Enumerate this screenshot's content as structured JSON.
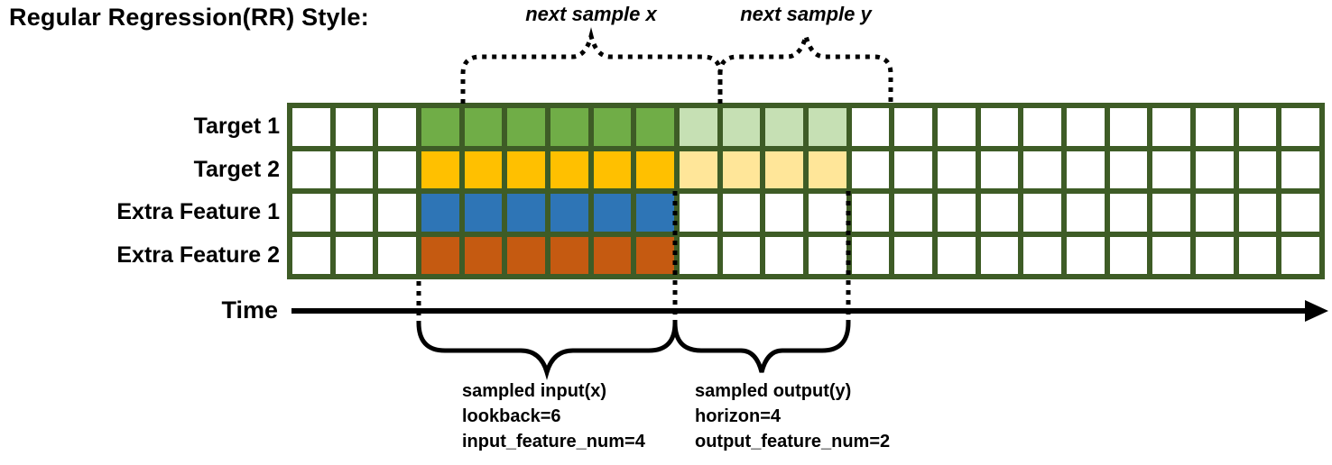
{
  "title": "Regular Regression(RR) Style:",
  "annotations": {
    "next_sample_x": "next sample x",
    "next_sample_y": "next sample y"
  },
  "time_axis": {
    "label": "Time"
  },
  "input_note": {
    "line1": "sampled input(x)",
    "line2": "lookback=6",
    "line3": "input_feature_num=4"
  },
  "output_note": {
    "line1": "sampled output(y)",
    "line2": "horizon=4",
    "line3": "output_feature_num=2"
  },
  "colors": {
    "grid_border": "#3E5C26",
    "target1_input": "#70AD47",
    "target1_output": "#C6E0B4",
    "target2_input": "#FFC000",
    "target2_output": "#FFE699",
    "feature1_input": "#2E75B6",
    "feature2_input": "#C55A11",
    "empty_cell": "#FFFFFF",
    "line": "#000000"
  },
  "grid": {
    "columns": 24,
    "lookback": 6,
    "horizon": 4,
    "input_feature_num": 4,
    "output_feature_num": 2,
    "rows": [
      {
        "label": "Target 1",
        "input_color": "#70AD47",
        "input_cols": [
          3,
          8
        ],
        "output_color": "#C6E0B4",
        "output_cols": [
          9,
          12
        ]
      },
      {
        "label": "Target 2",
        "input_color": "#FFC000",
        "input_cols": [
          3,
          8
        ],
        "output_color": "#FFE699",
        "output_cols": [
          9,
          12
        ]
      },
      {
        "label": "Extra Feature 1",
        "input_color": "#2E75B6",
        "input_cols": [
          3,
          8
        ]
      },
      {
        "label": "Extra Feature 2",
        "input_color": "#C55A11",
        "input_cols": [
          3,
          8
        ]
      }
    ]
  }
}
